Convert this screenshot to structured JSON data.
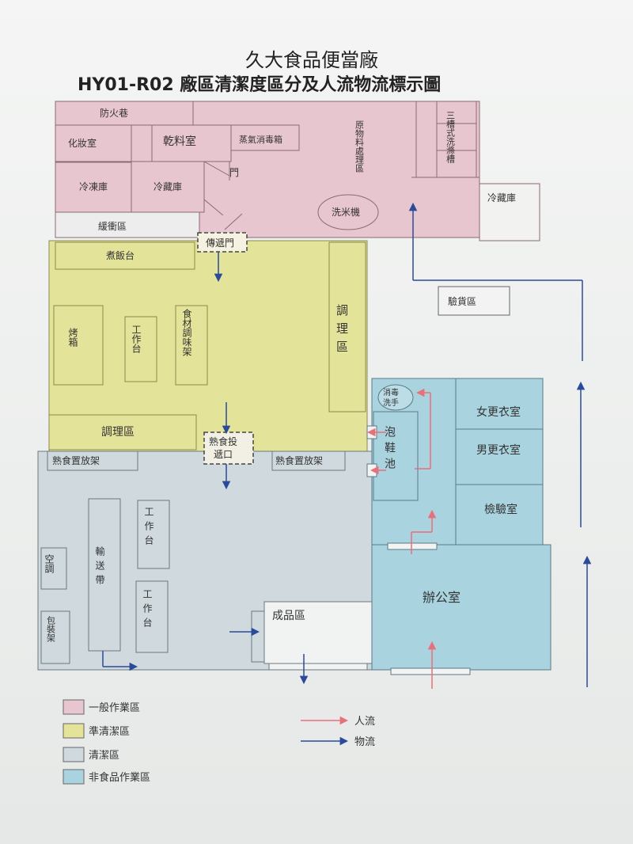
{
  "header": {
    "company": "久大食品便當廠",
    "title": "HY01-R02 廠區清潔度區分及人流物流標示圖"
  },
  "rooms": {
    "fire_lane": "防火巷",
    "makeup": "化妝室",
    "dry_storage": "乾料室",
    "steam_sterilizer": "蒸氣消毒箱",
    "freezer": "冷凍庫",
    "fridge": "冷藏庫",
    "door": "門",
    "raw_processing": "原物料處理區",
    "triple_sink": "三槽式洗滌槽",
    "rice_washer": "洗米機",
    "fridge_right": "冷藏庫",
    "buffer": "緩衝區",
    "pass_door": "傳遞門",
    "rice_cooker": "煮飯台",
    "oven": "烤箱",
    "workbench": "工作台",
    "seasoning_rack": "食材調味架",
    "cooking_right": "調理區",
    "cooking_left": "調理區",
    "receiving": "驗貨區",
    "disinfect": "消毒洗手",
    "boot_pool": "泡鞋池",
    "women_locker": "女更衣室",
    "men_locker": "男更衣室",
    "inspection": "檢驗室",
    "hot_pass": "熟食投遞口",
    "hot_rack_left": "熟食置放架",
    "hot_rack_right": "熟食置放架",
    "aircon": "空調",
    "conveyor": "輸送帶",
    "workbench_2": "工作台",
    "workbench_3": "工作台",
    "packing_rack": "包裝架",
    "finished": "成品區",
    "office": "辦公室"
  },
  "legend": {
    "zones": [
      {
        "label": "一般作業區",
        "color": "#e8c6cf"
      },
      {
        "label": "準清潔區",
        "color": "#e4e39a"
      },
      {
        "label": "清潔區",
        "color": "#cfd9de"
      },
      {
        "label": "非食品作業區",
        "color": "#a9d3de"
      }
    ],
    "flows": [
      {
        "label": "人流",
        "color": "#e8707a"
      },
      {
        "label": "物流",
        "color": "#2a4a9a"
      }
    ]
  }
}
